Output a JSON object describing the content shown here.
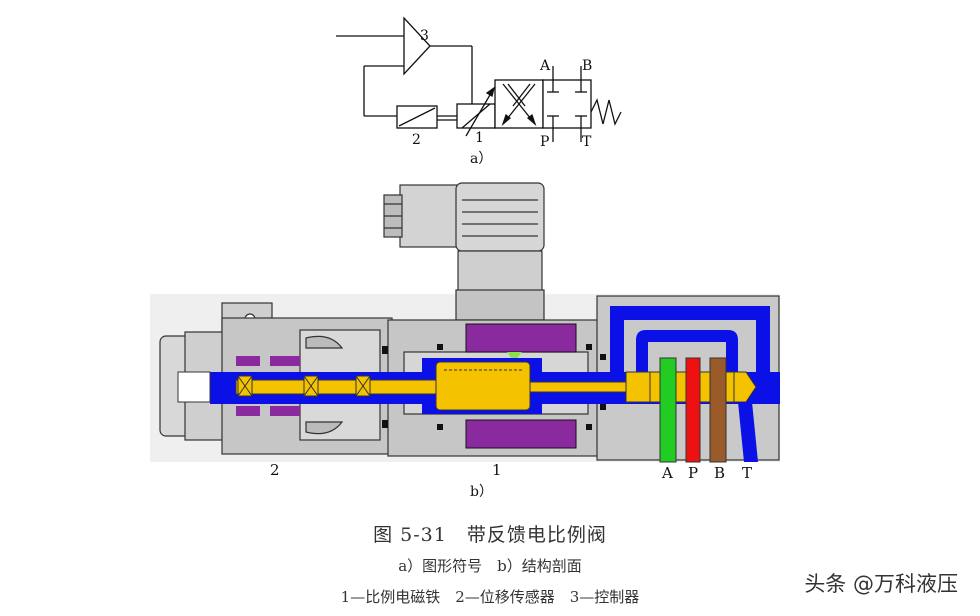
{
  "diagram_a": {
    "sublabel": "a）",
    "callout_controller": "3",
    "callout_sensor": "2",
    "callout_magnet": "1",
    "port_a": "A",
    "port_b": "B",
    "port_p": "P",
    "port_t": "T"
  },
  "diagram_b": {
    "sublabel": "b）",
    "callout_sensor": "2",
    "callout_magnet": "1",
    "port_a": "A",
    "port_p": "P",
    "port_b": "B",
    "port_t": "T"
  },
  "caption": {
    "title": "图 5-31　带反馈电比例阀",
    "parts": "a）图形符号　b）结构剖面",
    "legend": "1—比例电磁铁　2—位移传感器　3—控制器"
  },
  "watermark": "头条 @万科液压",
  "colors": {
    "housing": "#c8c8c8",
    "yellow": "#f5c200",
    "blue": "#0a10e6",
    "purple": "#8a2a9e",
    "green": "#22cc22",
    "red": "#ee1111",
    "brown": "#9a5a2a"
  }
}
